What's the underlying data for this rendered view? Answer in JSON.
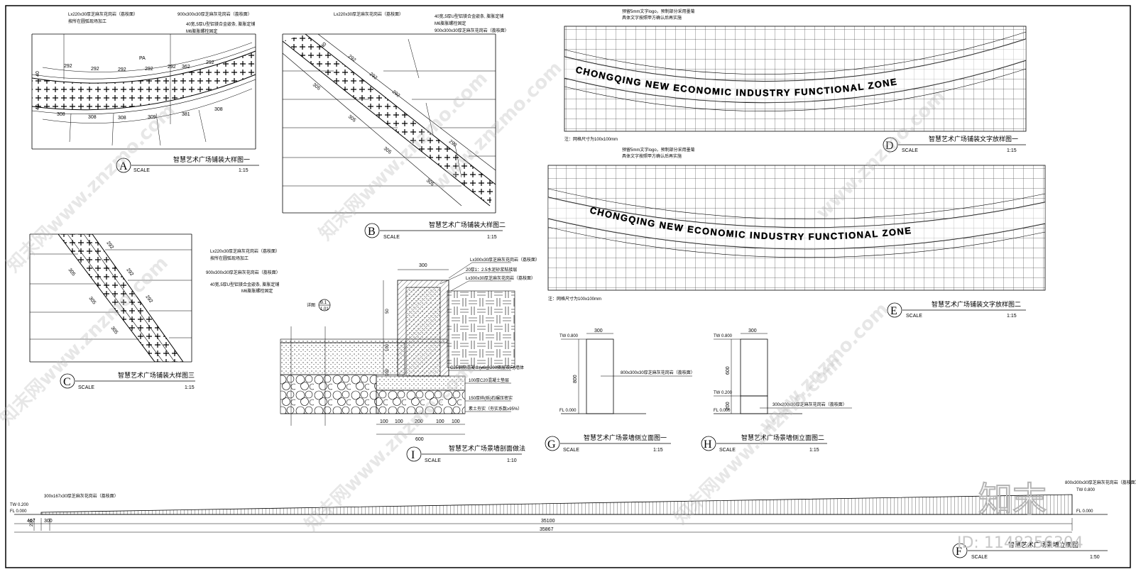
{
  "views": {
    "A": {
      "letter": "A",
      "title": "智慧艺术广场铺装大样图一",
      "scale_label": "SCALE",
      "scale": "1:15",
      "notes": [
        "Lx220x30厚芝麻灰花岗岩（荔枝面）",
        "按所在圆弧现场加工",
        "900x300x30厚芝麻灰花岗岩（荔枝面）",
        "40宽,5厚U型铝镁合金嵌条, 膨胀定铺",
        "M6膨胀螺栓固定"
      ],
      "dims_top": [
        "292",
        "292",
        "292",
        "292",
        "292",
        "362",
        "292"
      ],
      "dims_bot": [
        "308",
        "308",
        "308",
        "309",
        "381",
        "308"
      ],
      "side": [
        "40",
        "40"
      ],
      "mark": "PA"
    },
    "B": {
      "letter": "B",
      "title": "智慧艺术广场铺装大样图二",
      "scale_label": "SCALE",
      "scale": "1:15",
      "notes": [
        "Lx220x30厚芝麻灰花岗岩（荔枝面）",
        "40宽,5厚U型铝镁合金嵌条, 膨胀定铺",
        "M6膨胀螺栓固定",
        "900x300x30厚芝麻灰花岗岩（荔枝面）"
      ],
      "dims": [
        "292",
        "292",
        "292",
        "292",
        "305",
        "305",
        "305",
        "305"
      ],
      "side": "40"
    },
    "C": {
      "letter": "C",
      "title": "智慧艺术广场铺装大样图三",
      "scale_label": "SCALE",
      "scale": "1:15",
      "notes": [
        "Lx220x30厚芝麻灰花岗岩（荔枝面）",
        "按所在圆弧现场加工",
        "900x300x30厚芝麻灰花岗岩（荔枝面）",
        "40宽,5厚U型铝镁合金嵌条, 膨胀定铺",
        "M6膨胀螺栓固定"
      ],
      "dims": [
        "292",
        "292",
        "292",
        "305",
        "305",
        "305"
      ]
    },
    "D": {
      "letter": "D",
      "title": "智慧艺术广场铺装文字放样图一",
      "scale_label": "SCALE",
      "scale": "1:15",
      "notes": [
        "预留5mm文字logo，预制部分采用墨菊",
        "具体文字按照甲方确认后再实施"
      ],
      "footnote": "注：网格尺寸为100x100mm",
      "text": "CHONGQING NEW ECONOMIC INDUSTRY FUNCTIONAL ZONE"
    },
    "E": {
      "letter": "E",
      "title": "智慧艺术广场铺装文字放样图二",
      "scale_label": "SCALE",
      "scale": "1:15",
      "notes": [
        "预留5mm文字logo，预制部分采用墨菊",
        "具体文字按照甲方确认后再实施"
      ],
      "footnote": "注：网格尺寸为100x100mm",
      "text": "CHONGQING NEW ECONOMIC INDUSTRY FUNCTIONAL ZONE"
    },
    "I": {
      "letter": "I",
      "title": "智慧艺术广场景墙剖面做法",
      "scale_label": "SCALE",
      "scale": "1:10",
      "notes": [
        "Lx300x30厚芝麻灰花岗岩（荔枝面）",
        "20厚1：2.5水泥砂浆粘接层",
        "Lx300x30厚芝麻灰花岗岩（荔枝面）",
        "C25钢筋混凝土(⌀8@200双层双向)墙体",
        "100厚C20混凝土垫层",
        "150厚碎(砾)石碾压密实",
        "素土夯实（夯实系数≥95%）"
      ],
      "dims_top": "300",
      "dims_bot": [
        "100",
        "100",
        "200",
        "100",
        "100"
      ],
      "dims_total": "600",
      "side": [
        "50",
        "100",
        "100"
      ],
      "callout": [
        "B.1",
        "1.01"
      ],
      "callout_label": "详图"
    },
    "G": {
      "letter": "G",
      "title": "智慧艺术广场景墙侧立面图一",
      "scale_label": "SCALE",
      "scale": "1:15",
      "width": "300",
      "height": "800",
      "tw": "TW 0.800",
      "fl": "FL 0.000",
      "note": "800x300x30厚芝麻灰花岗岩（荔枝面）"
    },
    "H": {
      "letter": "H",
      "title": "智慧艺术广场景墙侧立面图二",
      "scale_label": "SCALE",
      "scale": "1:15",
      "width": "300",
      "h1": "600",
      "h2": "200",
      "tw": "TW 0.800",
      "tw2": "TW 0.200",
      "fl": "FL 0.000",
      "note": "300x200x30厚芝麻灰花岗岩（荔枝面）"
    },
    "F": {
      "letter": "F",
      "title": "智慧艺术广场景墙立面图",
      "scale_label": "SCALE",
      "scale": "1:50",
      "tw_left": "TW 0.200",
      "fl_left": "FL 0.000",
      "tw_right": "TW 0.800",
      "fl_right": "FL 0.000",
      "note_left": "300x167x30厚芝麻灰花岗岩（荔枝面）",
      "note_right": "800x300x30厚芝麻灰花岗岩（荔枝面）",
      "dims": [
        "467",
        "300",
        "35100"
      ],
      "total": "35867",
      "side": "200"
    }
  },
  "watermarks": [
    "知末网www.znzmo.com",
    "知末网www.znzmo.com",
    "知末网www.znzmo.com",
    "www.znzmo.com",
    "知末网www.znzmo.com",
    "www.znzmo.com",
    "知末网www.znzmo.com",
    "www.znzmo.com"
  ],
  "logo": {
    "text": "知末",
    "id": "ID: 1148256304"
  }
}
